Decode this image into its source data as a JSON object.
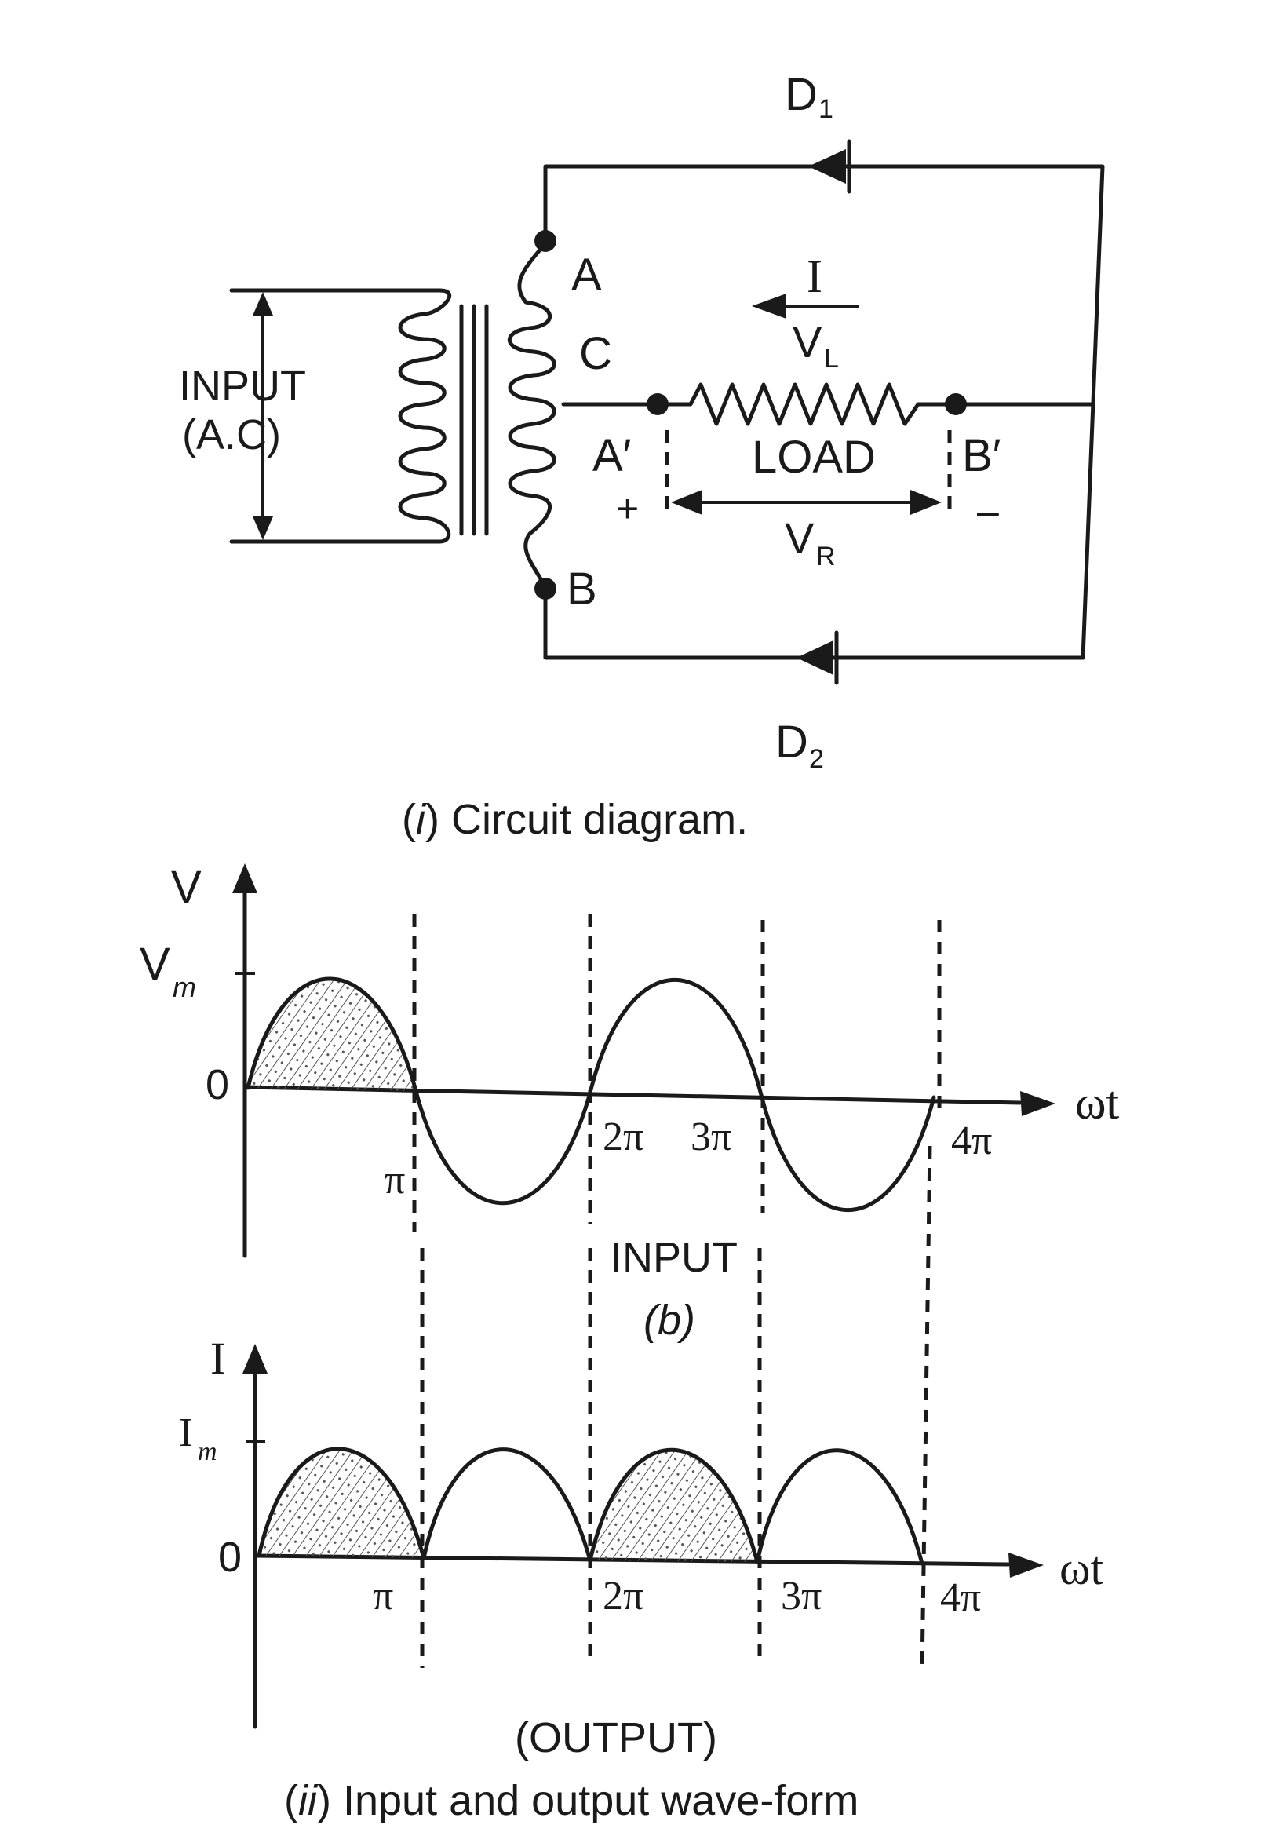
{
  "circuit": {
    "d1": "D",
    "d1_sub": "1",
    "d2": "D",
    "d2_sub": "2",
    "node_a": "A",
    "node_b": "B",
    "node_c": "C",
    "node_a_prime": "A′",
    "node_b_prime": "B′",
    "current": "I",
    "vl": "V",
    "vl_sub": "L",
    "load": "LOAD",
    "vr": "V",
    "vr_sub": "R",
    "plus": "+",
    "minus": "–",
    "input_line1": "INPUT",
    "input_line2": "(A.C)",
    "caption_open": "(",
    "caption_num": "i",
    "caption_close": ") Circuit diagram."
  },
  "input_graph": {
    "y_axis": "V",
    "peak": "V",
    "peak_sub": "m",
    "origin": "0",
    "x_axis": "ωt",
    "ticks": [
      "π",
      "2π",
      "3π",
      "4π"
    ],
    "label": "INPUT",
    "sub_label": "(b)"
  },
  "output_graph": {
    "y_axis": "I",
    "peak": "I",
    "peak_sub": "m",
    "origin": "0",
    "x_axis": "ωt",
    "ticks": [
      "π",
      "2π",
      "3π",
      "4π"
    ],
    "label": "(OUTPUT)"
  },
  "caption2": {
    "open": "(",
    "num": "ii",
    "text": ") Input and output wave-form"
  }
}
